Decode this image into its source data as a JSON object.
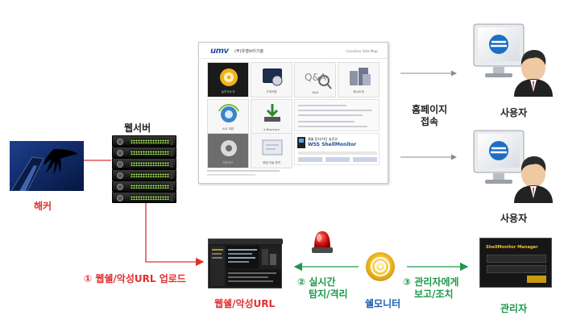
{
  "nodes": {
    "hacker": "해커",
    "webserver": "웹서버",
    "user1": "사용자",
    "user2": "사용자",
    "webshell": "웹쉘/악성URL",
    "shellmonitor": "쉘모니터",
    "admin": "관리자"
  },
  "edges": {
    "homepage_access_1": "홈페이지",
    "homepage_access_2": "접속",
    "upload": "① 웹쉘/악성URL 업로드",
    "detect_1": "② 실시간",
    "detect_2": "탐지/격리",
    "report_1": "③ 관리자에게",
    "report_2": "보고/조치"
  },
  "website": {
    "logo": "umv",
    "company": "(주)유엠브이기술",
    "nav": "Location   Site Map",
    "tiles": [
      "솔루션소개",
      "고객지원",
      "Q&A",
      "회사소개",
      "A/S 지원",
      "e-Brochure",
      "채용정보",
      "영업/기술 문의"
    ],
    "banner_title": "WSS ShellMonitor",
    "banner_sub": "웹쉘 탐지/차단 솔루션"
  },
  "admin_screen_title": "ShellMonitor Manager",
  "colors": {
    "red": "#e03030",
    "green": "#1a9a4a",
    "blue": "#1d5fb0",
    "arrow_gray": "#8a8a8a"
  }
}
